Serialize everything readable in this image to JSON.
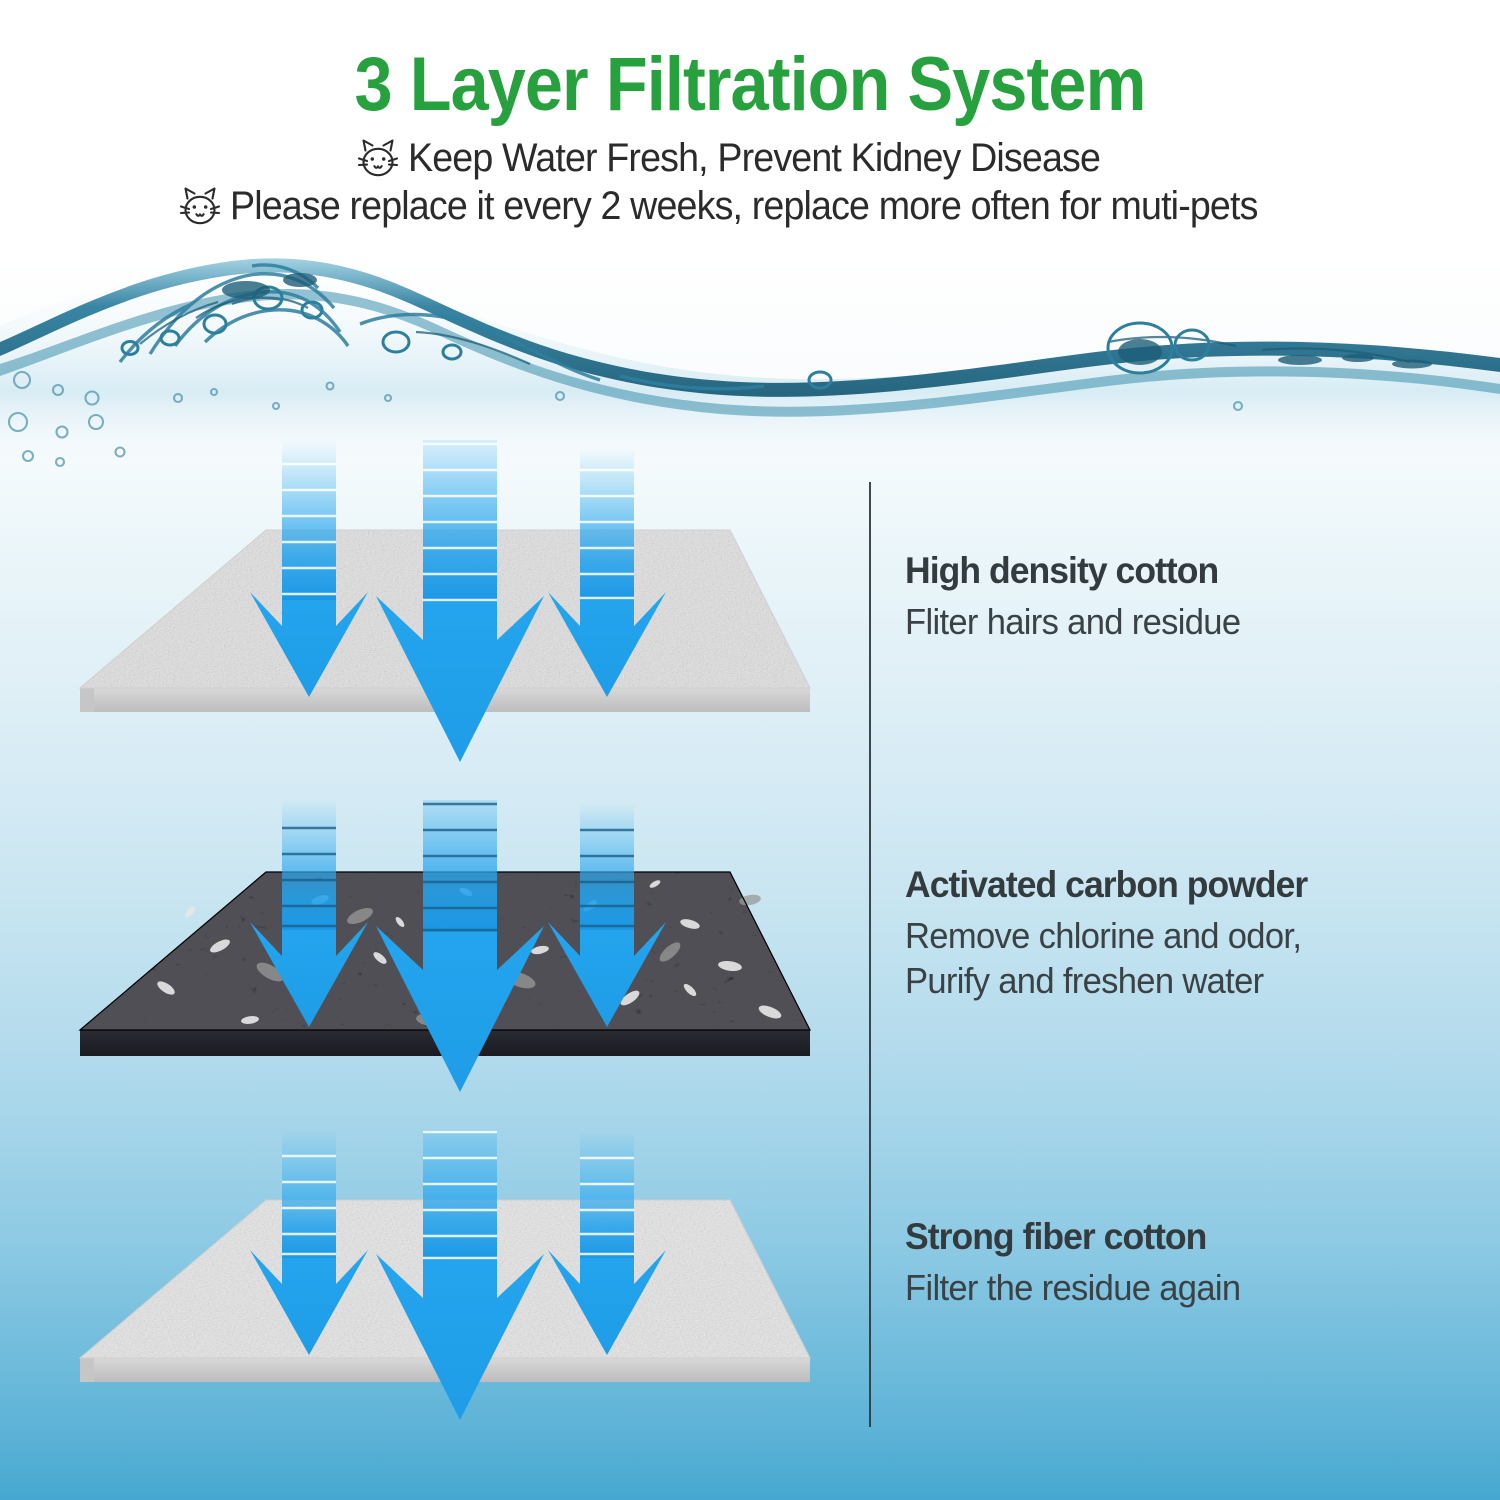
{
  "header": {
    "title": "3 Layer Filtration System",
    "subtitle_lines": [
      {
        "icon": "cat-face-icon",
        "text": "Keep Water Fresh, Prevent Kidney Disease"
      },
      {
        "icon": "cat-face-icon",
        "text": "Please replace it every 2 weeks, replace more often for muti-pets"
      }
    ]
  },
  "colors": {
    "title_green": "#27a03e",
    "body_dark": "#333b3e",
    "arrow_blue": "#22a7ef",
    "arrow_blue_deep": "#1c94dc",
    "water_teal": "#2d7f9e",
    "bg_top": "#ffffff",
    "bg_bottom": "#46a8d0",
    "divider": "#2e3a40",
    "cotton_gray": "#dcdcdc",
    "carbon_black": "#101012"
  },
  "graphics": {
    "water_surface": "water-splash-graphic",
    "divider": "vertical-divider-line",
    "arrow_count_per_layer": 3
  },
  "layers": [
    {
      "id": "layer-high-density-cotton",
      "material": "high-density-cotton",
      "swatch": "white-textured-cotton",
      "title": "High density cotton",
      "body_line_1": "Fliter hairs and residue",
      "body_line_2": ""
    },
    {
      "id": "layer-activated-carbon",
      "material": "activated-carbon-powder",
      "swatch": "black-granular-carbon",
      "title": "Activated carbon powder",
      "body_line_1": "Remove chlorine and odor,",
      "body_line_2": "Purify and freshen water"
    },
    {
      "id": "layer-strong-fiber-cotton",
      "material": "strong-fiber-cotton",
      "swatch": "white-textured-cotton",
      "title": "Strong fiber cotton",
      "body_line_1": "Filter the residue again",
      "body_line_2": ""
    }
  ]
}
